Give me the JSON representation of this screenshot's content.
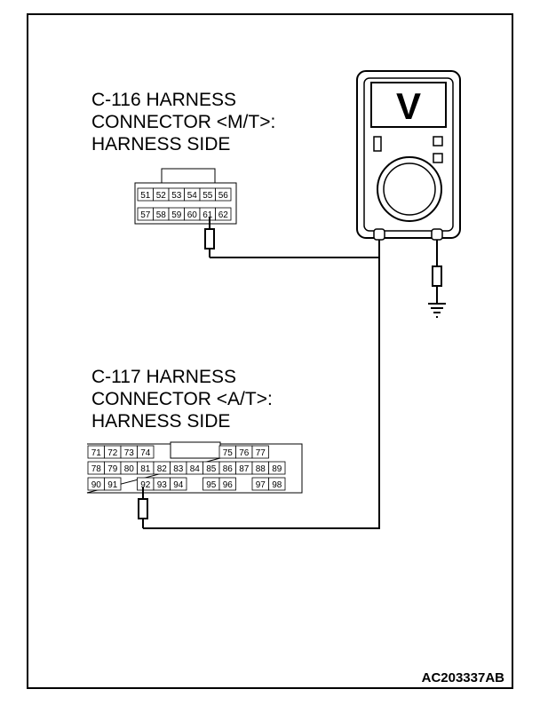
{
  "connector_c116": {
    "title_lines": [
      "C-116 HARNESS",
      "CONNECTOR <M/T>:",
      "HARNESS SIDE"
    ],
    "row1": [
      "51",
      "52",
      "53",
      "54",
      "55",
      "56"
    ],
    "row2": [
      "57",
      "58",
      "59",
      "60",
      "61",
      "62"
    ]
  },
  "connector_c117": {
    "title_lines": [
      "C-117 HARNESS",
      "CONNECTOR <A/T>:",
      "HARNESS SIDE"
    ],
    "row1": [
      "71",
      "72",
      "73",
      "74",
      "",
      "",
      "",
      "",
      "75",
      "76",
      "77"
    ],
    "row2": [
      "78",
      "79",
      "80",
      "81",
      "82",
      "83",
      "84",
      "85",
      "86",
      "87",
      "88",
      "89"
    ],
    "row3": [
      "90",
      "91",
      "",
      "92",
      "93",
      "94",
      "",
      "95",
      "96",
      "",
      "97",
      "98"
    ]
  },
  "meter": {
    "mode_symbol": "V"
  },
  "figure_code": "AC203337AB"
}
